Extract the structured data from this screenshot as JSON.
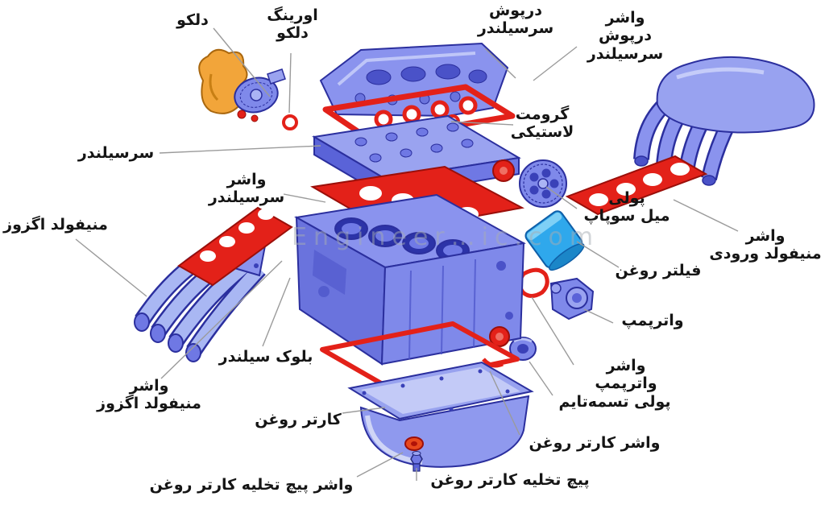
{
  "diagram_type": "exploded-engine-parts-diagram",
  "language": "fa",
  "watermark": "Engineer…ic.com",
  "colors": {
    "background": "#ffffff",
    "part_blue_mid": "#7f89ea",
    "part_blue_light": "#aab4f4",
    "part_blue_dark": "#5a63d8",
    "part_outline": "#2b2f9e",
    "gasket_red": "#e32119",
    "gasket_red_dark": "#9b0f0a",
    "distributor_orange": "#f2a53a",
    "oil_filter_cyan": "#2fa8ec",
    "label_text": "#151515",
    "leader_line": "#9b9b9b"
  },
  "labels": {
    "distributor": "دلکو",
    "distributor_oring": "اورینگ\nدلکو",
    "valve_cover": "درپوش\nسرسیلندر",
    "valve_cover_gasket": "واشر درپوش\nسرسیلندر",
    "rubber_grommet": "گرومت\nلاستیکی",
    "camshaft_pulley": "پولی\nمیل سوپاپ",
    "intake_manifold_gasket": "واشر\nمنیفولد ورودی",
    "oil_filter": "فیلتر روغن",
    "water_pump": "واترپمپ",
    "cylinder_head": "سرسیلندر",
    "head_gasket": "واشر\nسرسیلندر",
    "exhaust_manifold": "منیفولد اگزوز",
    "exhaust_manifold_gasket": "واشر\nمنیفولد اگزوز",
    "cylinder_block": "بلوک سیلندر",
    "oil_pan": "کارتر روغن",
    "oil_pan_gasket": "واشر کارتر روغن",
    "drain_plug": "پیچ تخلیه کارتر روغن",
    "drain_plug_washer": "واشر پیچ تخلیه کارتر روغن",
    "water_pump_gasket": "واشر واترپمپ",
    "timing_belt_pulley": "پولی تسمه‌تایم"
  }
}
